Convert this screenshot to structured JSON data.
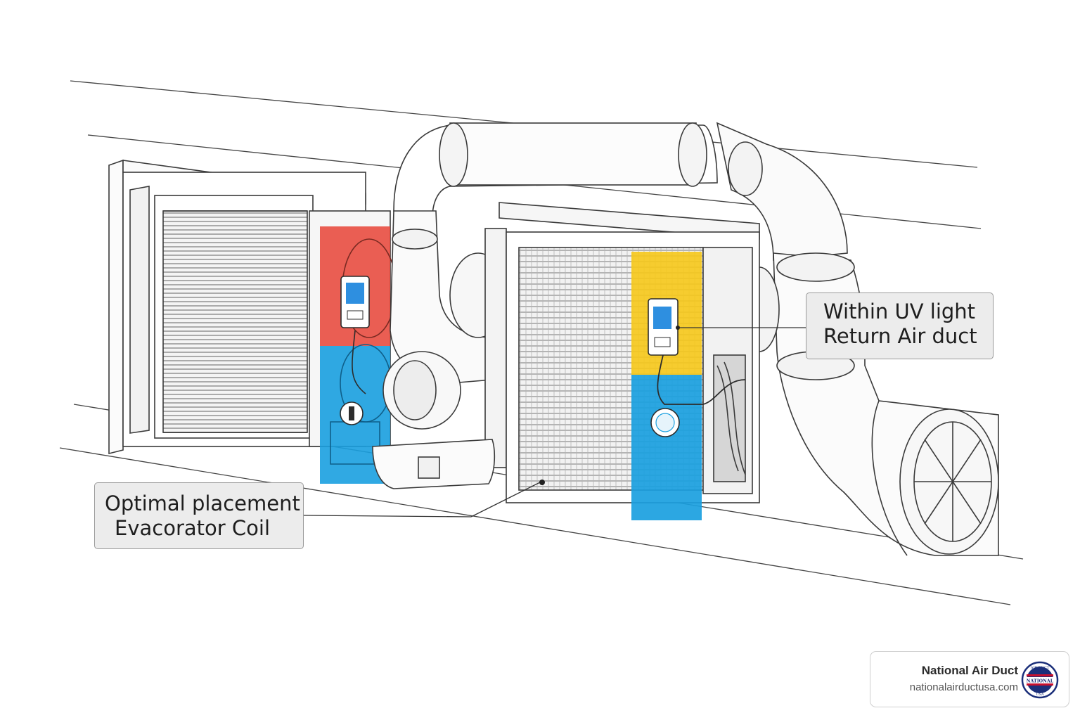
{
  "callouts": {
    "optimal": {
      "line1": "Optimal placement",
      "line2": "Evacorator Coil"
    },
    "uv": {
      "line1": "Within UV light",
      "line2": "Return Air duct"
    }
  },
  "brand": {
    "name": "National Air Duct",
    "url": "nationalairductusa.com",
    "logo_text": "NATIONAL",
    "logo_top_text": "AIR DUCT",
    "logo_bottom_text": "USA"
  },
  "zones": {
    "red": "#e8493c",
    "blue": "#1aa0e0",
    "yellow": "#f6c81a"
  },
  "icons": [
    "uv-controller-icon",
    "uv-bulb-icon",
    "fan-grille-icon"
  ]
}
